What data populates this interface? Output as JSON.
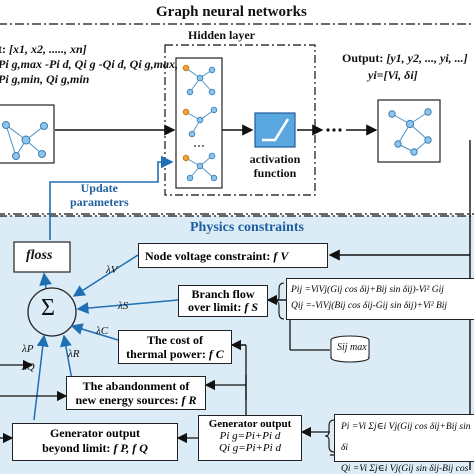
{
  "title": "Graph neural networks",
  "hidden_layer": {
    "label": "Hidden layer"
  },
  "input": {
    "label": "t:",
    "vector": "[x1, x2, ....., xn]",
    "line2": "Pi g,max -Pi d, Qi g -Qi d, Qi g,max,",
    "line3": "Pi g,min, Qi g,min"
  },
  "output": {
    "label": "Output:",
    "vector": "[y1, y2, ..., yi, ...]",
    "y_def": "yi=[Vi, δi]"
  },
  "activation": {
    "line1": "activation",
    "line2": "function"
  },
  "update": {
    "line1": "Update",
    "line2": "parameters"
  },
  "physics": {
    "title": "Physics  constraints"
  },
  "floss": "floss",
  "sum_symbol": "Σ",
  "constraints": {
    "node_voltage": "Node voltage constraint:",
    "node_voltage_f": "f V",
    "branch_flow1": "Branch flow",
    "branch_flow2": "over limit:",
    "branch_flow_f": "f S",
    "thermal1": "The cost of",
    "thermal2": "thermal power:",
    "thermal_f": "f C",
    "abandon1": "The abandonment of",
    "abandon2": "new energy sources:",
    "abandon_f": "f R",
    "gen_limit1": "Generator output",
    "gen_limit2": "beyond limit:",
    "gen_limit_f": "f P, f Q",
    "gen_output": "Generator output",
    "gen_p": "Pi g=Pi+Pi d",
    "gen_q": "Qi g=Pi+Pi d"
  },
  "equations": {
    "pij": "Pij =ViVj(Gij cos δij+Bij sin δij)-Vi² Gij",
    "qij": "Qij =-ViVj(Bij cos δij-Gij sin δij)+Vi² Bij",
    "pi": "Pi =Vi Σj∈i Vj(Gij cos δij+Bij sin δi",
    "qi": "Qi =Vi Σj∈i Vj(Gij sin δij-Bij cos δ"
  },
  "capacity_label": "Sij max",
  "lambdas": {
    "v": "λV",
    "s": "λS",
    "c": "λC",
    "r": "λR",
    "p": "λP",
    "q": "λQ"
  }
}
